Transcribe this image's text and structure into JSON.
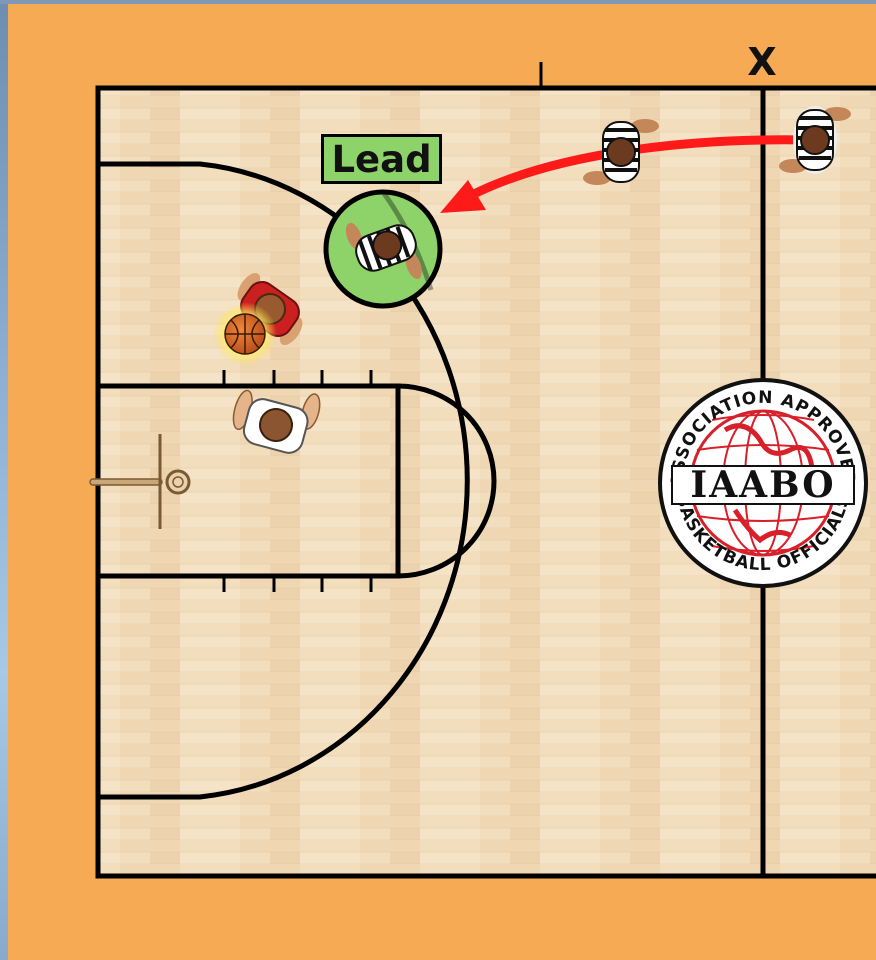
{
  "labels": {
    "lead": "Lead",
    "center_mark": "X"
  },
  "logo": {
    "top_text": "ASSOCIATION APPROVED",
    "main_text": "IAABO",
    "bottom_text": "BASKETBALL OFFICIALS"
  },
  "colors": {
    "background": "#f6aa53",
    "court_floor": "#f2ddbd",
    "lines": "#000000",
    "lead_highlight": "#8ed36a",
    "rotation_arrow": "#ff1a1a",
    "logo_red": "#d8202a",
    "ball": "#d9652a"
  },
  "figures": [
    {
      "name": "official-outgoing-position",
      "role": "official"
    },
    {
      "name": "official-trail-position",
      "role": "official"
    },
    {
      "name": "official-lead-position",
      "role": "official",
      "highlighted": true
    },
    {
      "name": "offensive-player-with-ball",
      "role": "player",
      "jersey": "red"
    },
    {
      "name": "defensive-player",
      "role": "player",
      "jersey": "white"
    }
  ]
}
